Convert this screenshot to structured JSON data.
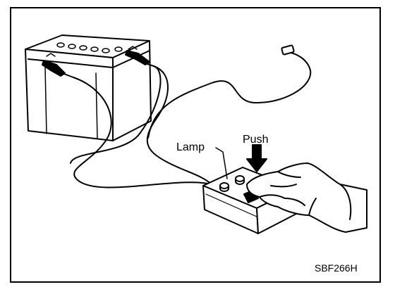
{
  "labels": {
    "lamp": "Lamp",
    "push": "Push",
    "figure_code": "SBF266H"
  },
  "colors": {
    "ink": "#000000",
    "paper": "#ffffff"
  }
}
